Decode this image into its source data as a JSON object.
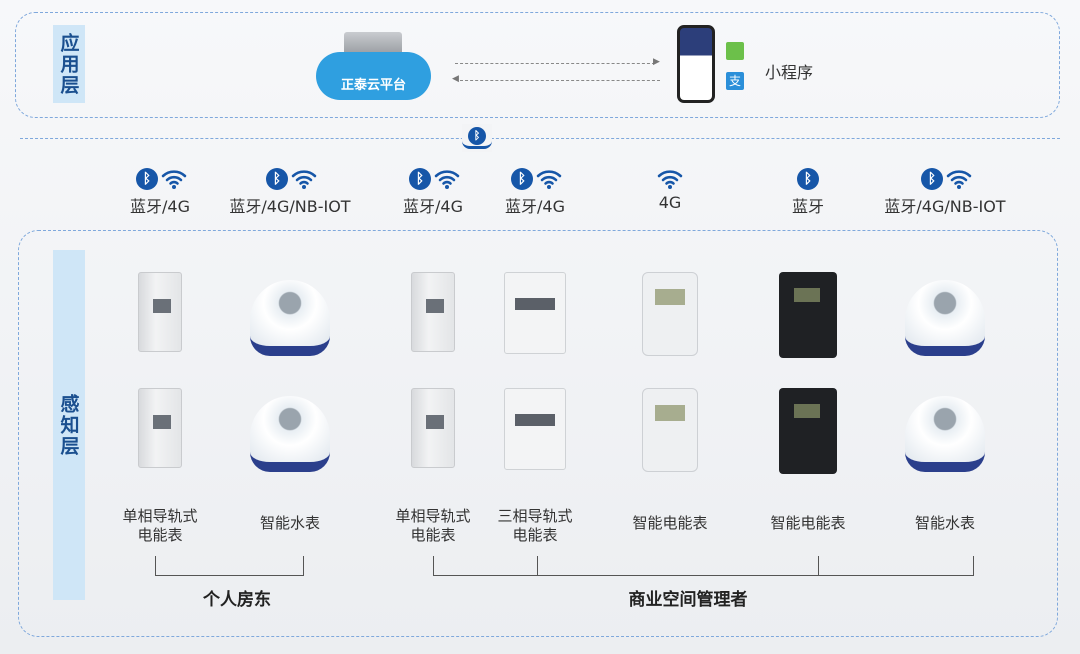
{
  "app_layer": {
    "label": "应用层",
    "cloud": "正泰云平台",
    "mini_program": "小程序",
    "icons": [
      "wechat-icon",
      "alipay-icon"
    ]
  },
  "perception_layer": {
    "label": "感知层"
  },
  "connectivity": [
    {
      "label": "蓝牙/4G",
      "icons": [
        "bluetooth",
        "wifi"
      ]
    },
    {
      "label": "蓝牙/4G/NB-IOT",
      "icons": [
        "bluetooth",
        "wifi"
      ]
    },
    {
      "label": "蓝牙/4G",
      "icons": [
        "bluetooth",
        "wifi"
      ]
    },
    {
      "label": "蓝牙/4G",
      "icons": [
        "bluetooth",
        "wifi"
      ]
    },
    {
      "label": "4G",
      "icons": [
        "wifi"
      ]
    },
    {
      "label": "蓝牙",
      "icons": [
        "bluetooth"
      ]
    },
    {
      "label": "蓝牙/4G/NB-IOT",
      "icons": [
        "bluetooth",
        "wifi"
      ]
    }
  ],
  "devices": [
    {
      "name1": "单相导轨式",
      "name2": "电能表"
    },
    {
      "name1": "智能水表",
      "name2": ""
    },
    {
      "name1": "单相导轨式",
      "name2": "电能表"
    },
    {
      "name1": "三相导轨式",
      "name2": "电能表"
    },
    {
      "name1": "智能电能表",
      "name2": ""
    },
    {
      "name1": "智能电能表",
      "name2": ""
    },
    {
      "name1": "智能水表",
      "name2": ""
    }
  ],
  "groups": {
    "personal": "个人房东",
    "commercial": "商业空间管理者"
  },
  "colors": {
    "accent": "#1656a8",
    "label_bg": "#cfe6f7",
    "border": "#7fa8dc"
  }
}
